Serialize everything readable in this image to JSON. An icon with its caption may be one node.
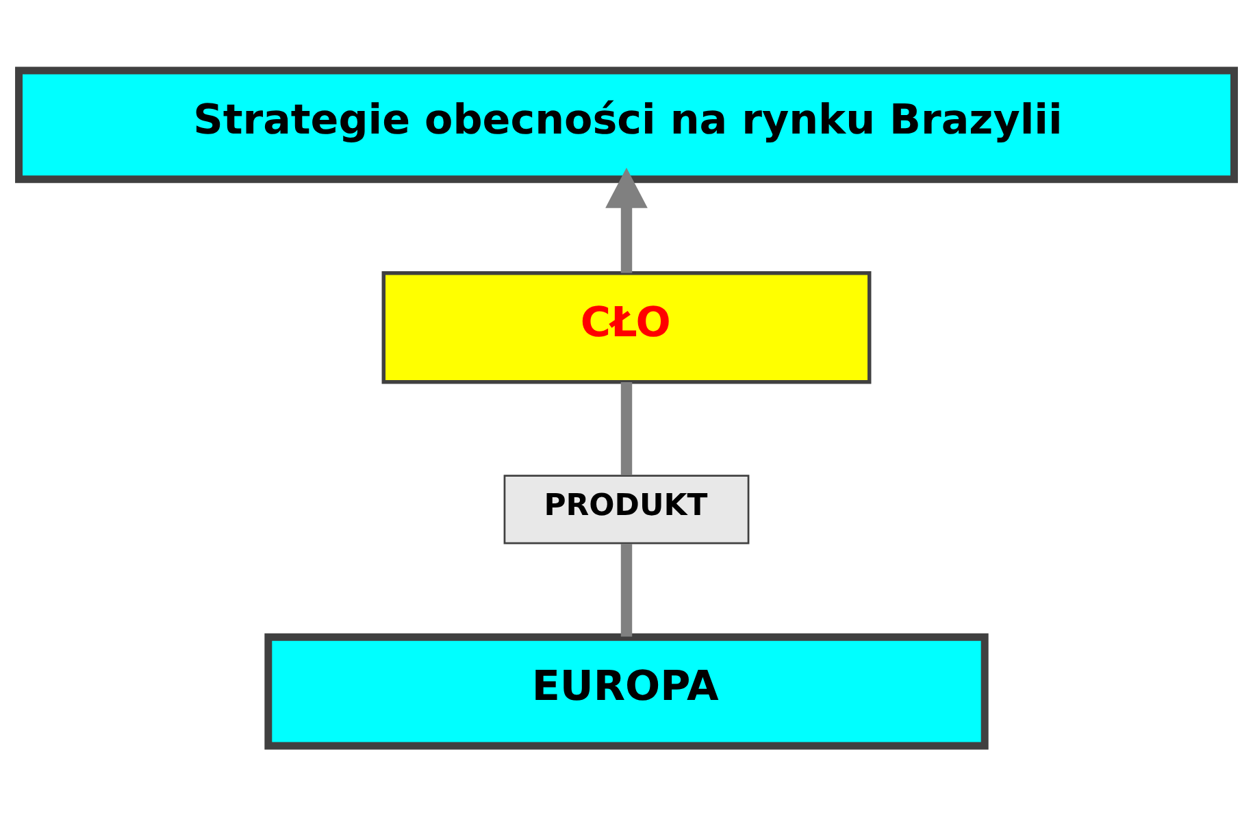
{
  "diagram": {
    "nodes": [
      {
        "text": [
          "Strategie obecności na rynku Brazylii"
        ]
      },
      {
        "text": [
          "CŁO"
        ]
      },
      {
        "text": [
          "PRODUKT"
        ]
      },
      {
        "text": [
          "EUROPA"
        ]
      }
    ],
    "edges": [
      {
        "from": 3,
        "to": 2,
        "arrow": "none"
      },
      {
        "from": 2,
        "to": 1,
        "arrow": "none"
      },
      {
        "from": 1,
        "to": 0,
        "arrow": "to"
      }
    ]
  }
}
